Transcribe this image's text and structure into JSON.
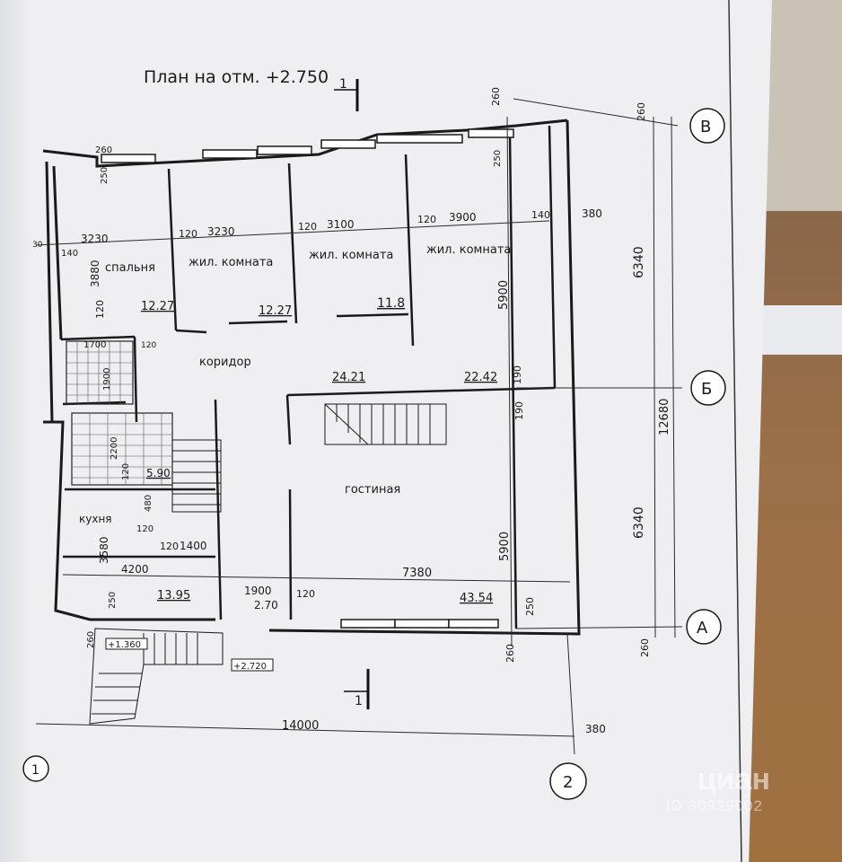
{
  "plan": {
    "title": "План на отм. +2.750",
    "section_mark": "1",
    "axes": {
      "B": "В",
      "Б": "Б",
      "A": "А",
      "one": "1",
      "two": "2"
    }
  },
  "rooms": {
    "bedroom": {
      "name": "спальня",
      "area": "12.27"
    },
    "living1": {
      "name": "жил. комната",
      "area": "12.27"
    },
    "living2": {
      "name": "жил. комната",
      "area": "11.8"
    },
    "living3": {
      "name": "жил. комната"
    },
    "corridor": {
      "name": "коридор",
      "area1": "24.21",
      "area2": "22.42"
    },
    "lounge": {
      "name": "гостиная",
      "area": "43.54"
    },
    "kitchen": {
      "name": "кухня",
      "area": "13.95"
    },
    "bath": {
      "area": "5.90"
    }
  },
  "dims": {
    "d3230a": "3230",
    "d120a": "120",
    "d3230b": "3230",
    "d120b": "120",
    "d3100": "3100",
    "d120c": "120",
    "d3900": "3900",
    "d140": "140",
    "d380": "380",
    "d260top": "260",
    "d260r": "260",
    "d250a": "250",
    "d250b": "250",
    "d140l": "140",
    "d3880": "3880",
    "d120l": "120",
    "d5900a": "5900",
    "d6340a": "6340",
    "d12680": "12680",
    "d6340b": "6340",
    "d190a": "190",
    "d190b": "190",
    "d1700": "1700",
    "d1900": "1900",
    "d120s": "120",
    "d2200": "2200",
    "d120k": "120",
    "d480": "480",
    "d120k2": "120",
    "d3580": "3580",
    "d1400": "1400",
    "d120k3": "120",
    "d4200": "4200",
    "d5900b": "5900",
    "d7380": "7380",
    "d1900b": "1900",
    "d120m": "120",
    "d270": "2.70",
    "d250c": "250",
    "d250d": "250",
    "d260b": "260",
    "d260c": "260",
    "d260d": "260",
    "d14000": "14000",
    "d380b": "380",
    "mark1": "+1.360",
    "mark2": "+2.720",
    "d30": "30",
    "d250e": "250",
    "d260e": "260"
  },
  "watermark": {
    "brand": "циан",
    "id": "ID 30929002"
  }
}
